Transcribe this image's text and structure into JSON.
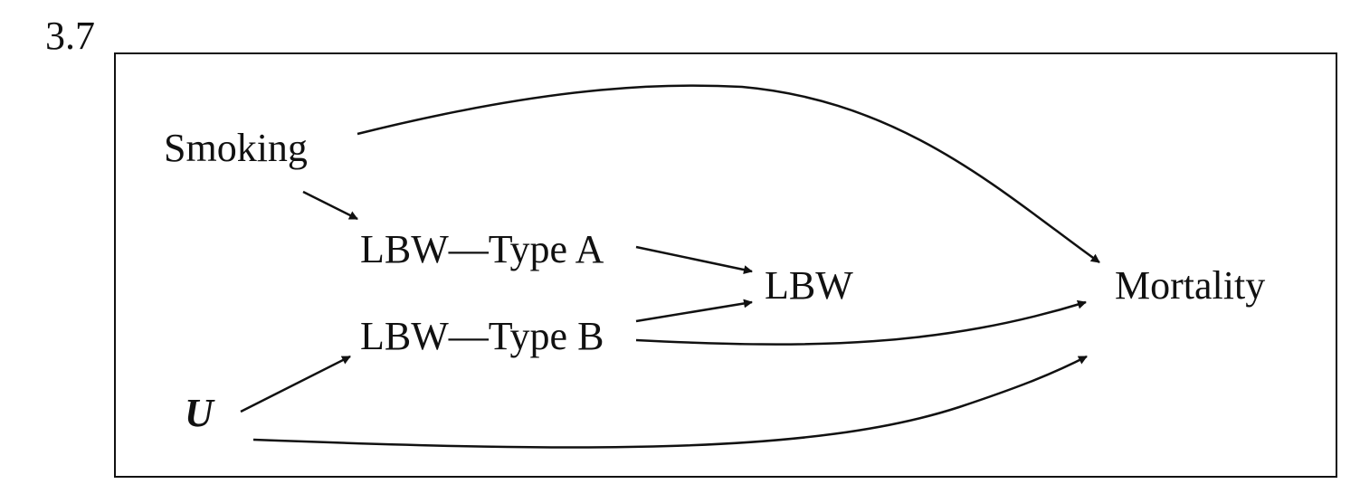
{
  "figure": {
    "number": "3.7"
  },
  "nodes": {
    "smoking": "Smoking",
    "lbw_type_a": "LBW—Type A",
    "lbw_type_b": "LBW—Type B",
    "lbw": "LBW",
    "mortality": "Mortality",
    "u": "U"
  },
  "edges": [
    {
      "from": "Smoking",
      "to": "LBW—Type A"
    },
    {
      "from": "Smoking",
      "to": "Mortality"
    },
    {
      "from": "LBW—Type A",
      "to": "LBW"
    },
    {
      "from": "LBW—Type B",
      "to": "LBW"
    },
    {
      "from": "LBW—Type B",
      "to": "Mortality"
    },
    {
      "from": "U",
      "to": "LBW—Type B"
    },
    {
      "from": "U",
      "to": "Mortality"
    }
  ],
  "colors": {
    "ink": "#111111",
    "background": "#ffffff"
  }
}
